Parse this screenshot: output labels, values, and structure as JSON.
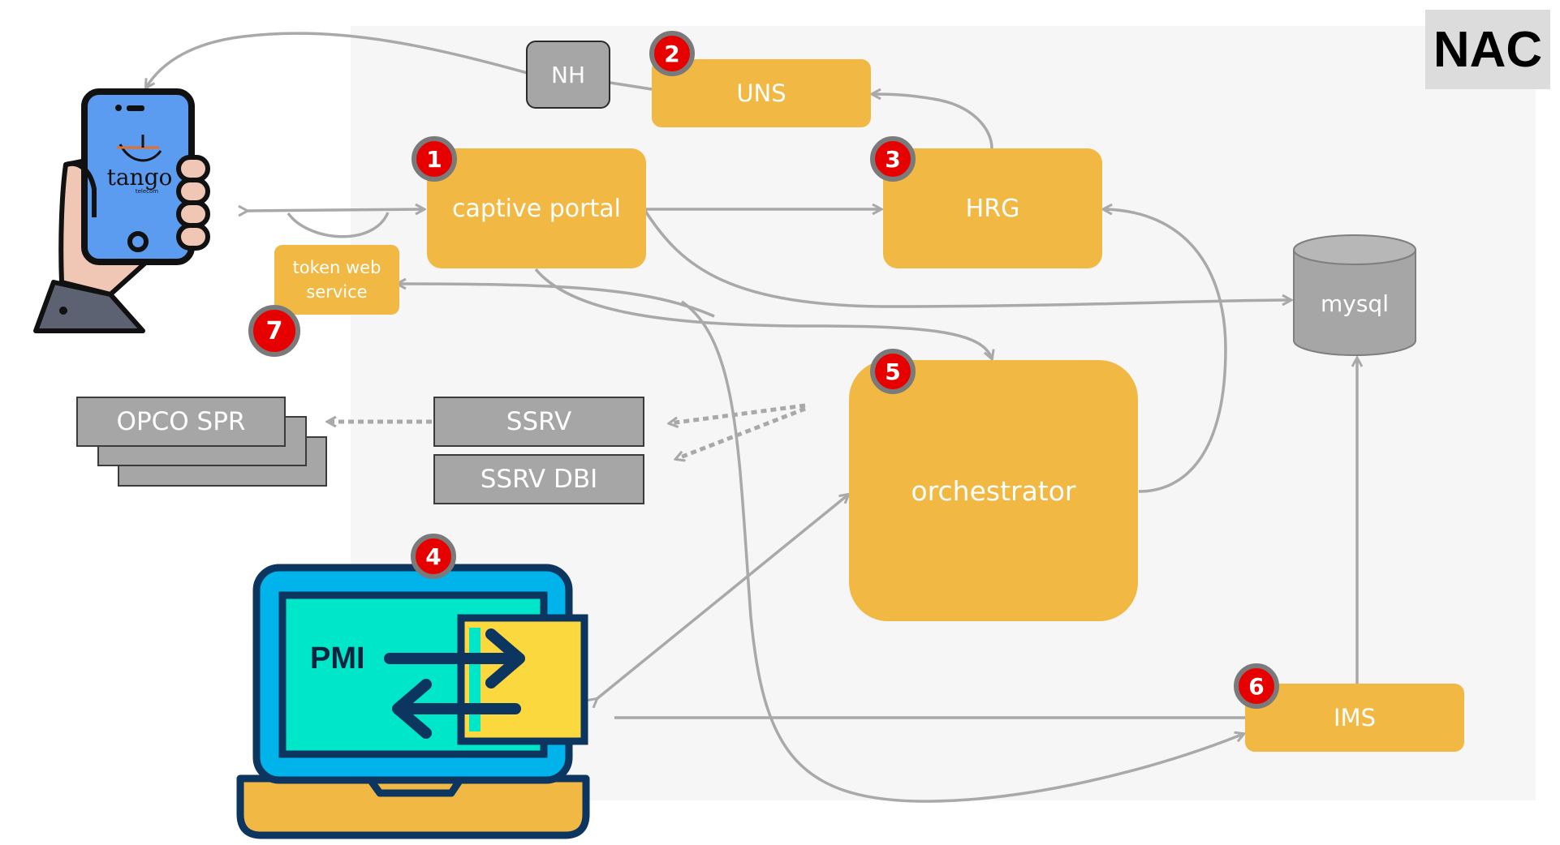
{
  "title": "NAC",
  "nodes": {
    "nh": "NH",
    "uns": "UNS",
    "captive_portal": "captive portal",
    "hrg": "HRG",
    "token_web_service": "token web service",
    "mysql": "mysql",
    "orchestrator": "orchestrator",
    "opco_spr": "OPCO SPR",
    "ssrv": "SSRV",
    "ssrv_dbi": "SSRV DBI",
    "pmi": "PMI",
    "ims": "IMS"
  },
  "badges": {
    "captive_portal": "1",
    "uns": "2",
    "hrg": "3",
    "pmi": "4",
    "orchestrator": "5",
    "ims": "6",
    "token_web_service": "7"
  },
  "phone": {
    "brand": "tango",
    "brand_sub": "telecom"
  },
  "colors": {
    "component": "#f1b843",
    "external": "#a6a6a6",
    "badge": "#e60000",
    "arrow": "#a9a9a9",
    "background_panel": "#f6f6f6"
  }
}
